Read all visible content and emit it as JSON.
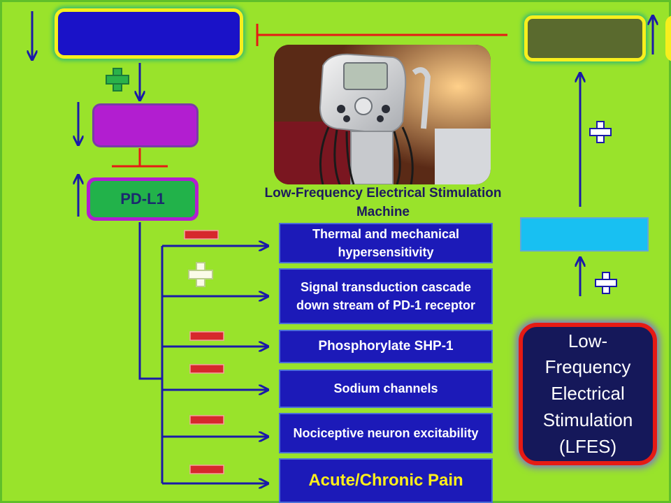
{
  "nodes": {
    "pdl1_label": "PD-L1",
    "device_caption": "Low-Frequency Electrical Stimulation Machine",
    "lfes_label": "Low-Frequency Electrical Stimulation (LFES)"
  },
  "outcomes": [
    {
      "label": "Thermal and mechanical hypersensitivity",
      "effect": "minus"
    },
    {
      "label": "Signal transduction cascade down stream of PD-1 receptor",
      "effect": "plus"
    },
    {
      "label": "Phosphorylate SHP-1",
      "effect": "minus"
    },
    {
      "label": "Sodium channels",
      "effect": "minus"
    },
    {
      "label": "Nociceptive neuron excitability",
      "effect": "minus"
    },
    {
      "label": "Acute/Chronic Pain",
      "effect": "minus"
    }
  ],
  "colors": {
    "background": "#99e32b",
    "arrow": "#1a1aa8",
    "inhibit": "#e51a14",
    "outcome_box": "#1c1ab8",
    "pain_text": "#ffef1a"
  }
}
